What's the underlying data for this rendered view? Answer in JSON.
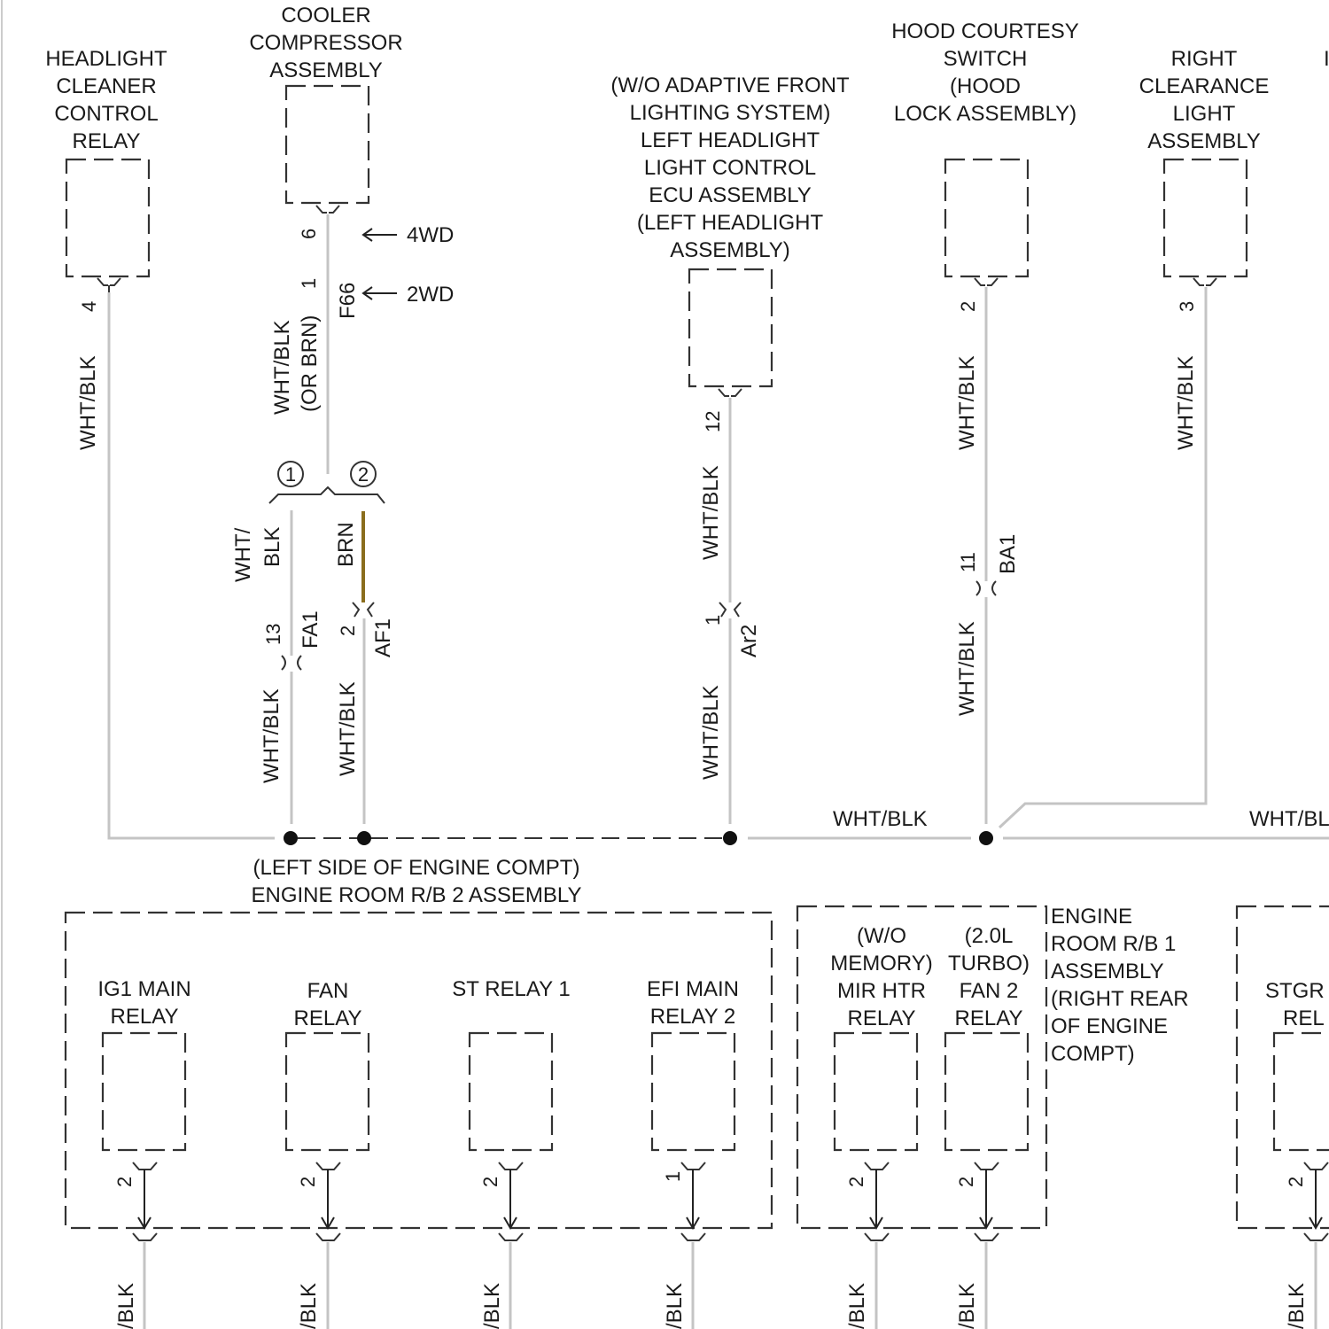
{
  "components": {
    "headlight_cleaner_relay": [
      "HEADLIGHT",
      "CLEANER",
      "CONTROL",
      "RELAY"
    ],
    "cooler_compressor": [
      "COOLER",
      "COMPRESSOR",
      "ASSEMBLY"
    ],
    "left_headlight_ecu": [
      "(W/O ADAPTIVE FRONT",
      "LIGHTING SYSTEM)",
      "LEFT HEADLIGHT",
      "LIGHT CONTROL",
      "ECU ASSEMBLY",
      "(LEFT HEADLIGHT",
      "ASSEMBLY)"
    ],
    "hood_courtesy_switch": [
      "HOOD COURTESY",
      "SWITCH",
      "(HOOD",
      "LOCK ASSEMBLY)"
    ],
    "right_clearance_light": [
      "RIGHT",
      "CLEARANCE",
      "LIGHT",
      "ASSEMBLY"
    ],
    "edge_fragment": "I"
  },
  "pins": {
    "headlight_cleaner": "4",
    "cooler_6": "6",
    "cooler_1": "1",
    "ecu_12": "12",
    "hood_2": "2",
    "clearance_3": "3",
    "fa1_13": "13",
    "af1_2": "2",
    "ar2_1": "1",
    "ba1_11": "11"
  },
  "connectors": {
    "f66": "F66",
    "fa1": "FA1",
    "af1": "AF1",
    "ar2": "Ar2",
    "ba1": "BA1"
  },
  "variants": {
    "fourwd": "4WD",
    "twowd": "2WD",
    "one": "1",
    "two": "2"
  },
  "wires": {
    "wht_blk": "WHT/BLK",
    "wht_blk_or_brn_1": "WHT/BLK",
    "wht_blk_or_brn_2": "(OR BRN)",
    "wht_slash": "WHT/",
    "blk": "BLK",
    "brn": "BRN",
    "cut_right": "WHT/BL",
    "cut_bottom": "/BLK"
  },
  "colors": {
    "brn_wire": "#8a6d1d",
    "wire": "#c4c4c4"
  },
  "engine_room_rb2": {
    "title": [
      "(LEFT SIDE OF ENGINE COMPT)",
      "ENGINE ROOM R/B 2 ASSEMBLY"
    ],
    "relays": [
      {
        "label": [
          "IG1 MAIN",
          "RELAY"
        ],
        "pin": "2"
      },
      {
        "label": [
          "FAN",
          "RELAY"
        ],
        "pin": "2"
      },
      {
        "label": [
          "ST RELAY 1"
        ],
        "pin": "2"
      },
      {
        "label": [
          "EFI MAIN",
          "RELAY 2"
        ],
        "pin": "1"
      }
    ]
  },
  "engine_room_rb1": {
    "title": [
      "ENGINE",
      "ROOM R/B 1",
      "ASSEMBLY",
      "(RIGHT REAR",
      "OF ENGINE",
      "COMPT)"
    ],
    "relays": [
      {
        "label": [
          "(W/O",
          "MEMORY)",
          "MIR HTR",
          "RELAY"
        ],
        "pin": "2"
      },
      {
        "label": [
          "(2.0L",
          "TURBO)",
          "FAN 2",
          "RELAY"
        ],
        "pin": "2"
      }
    ]
  },
  "right_box": {
    "relay_label": [
      "STGR",
      "REL"
    ],
    "pin": "2"
  }
}
